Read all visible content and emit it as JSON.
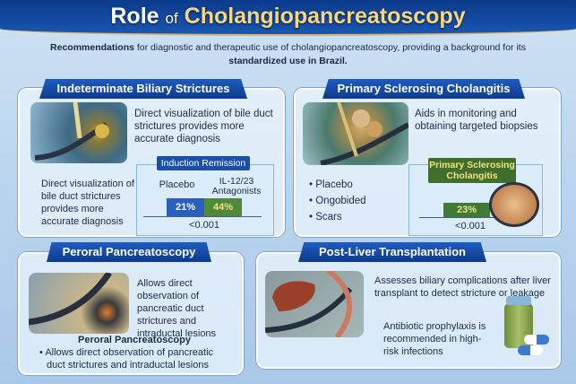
{
  "header": {
    "title_part1": "Role",
    "title_part2": "of",
    "title_part3": "Cholangiopancreatoscopy"
  },
  "subtitle": {
    "bold_lead": "Recommendations",
    "text": " for diagnostic and therapeutic use of cholangiopancreatoscopy, providing a background for its",
    "bold_tail": "standardized use in Brazil."
  },
  "panels": [
    {
      "title": "Indeterminate Biliary Strictures",
      "text": "Direct visualization of bile duct strictures provides more accurate diagnosis",
      "side_text": "Direct visualization of bile duct strictures provides more accurate diagnosis",
      "chart": {
        "title": "Induction Remission",
        "columns": [
          "Placebo",
          "IL-12/23 Antagonists"
        ],
        "values": [
          "21%",
          "44%"
        ],
        "p_value": "<0.001",
        "colors": [
          "#2b5fbf",
          "#4f8a3c"
        ]
      }
    },
    {
      "title": "Primary Sclerosing Cholangitis",
      "text": "Aids in monitoring and obtaining targeted biopsies",
      "bullets": [
        "Placebo",
        "Ongobided",
        "Scars"
      ],
      "chart": {
        "title": "Primary Sclerosing Cholangitis",
        "value": "23%",
        "p_value": "<0.001",
        "color": "#3f7a38"
      }
    },
    {
      "title": "Peroral Pancreatoscopy",
      "text": "Allows direct observation of pancreatic duct strictures and intraductal lesions",
      "subheading": "Peroral Pancreatoscopy",
      "bullets": [
        "Allows direct observation of pancreatic duct strictures and intraductal lesions"
      ]
    },
    {
      "title": "Post-Liver Transplantation",
      "text": "Assesses biliary complications after liver transplant to detect stricture or leakage",
      "note": "Antibiotic prophylaxis is recommended in high-risk infections"
    }
  ],
  "colors": {
    "header": "#0c3a8c",
    "accent_gold": "#f7d77a",
    "tab": "#1f5cc0"
  }
}
